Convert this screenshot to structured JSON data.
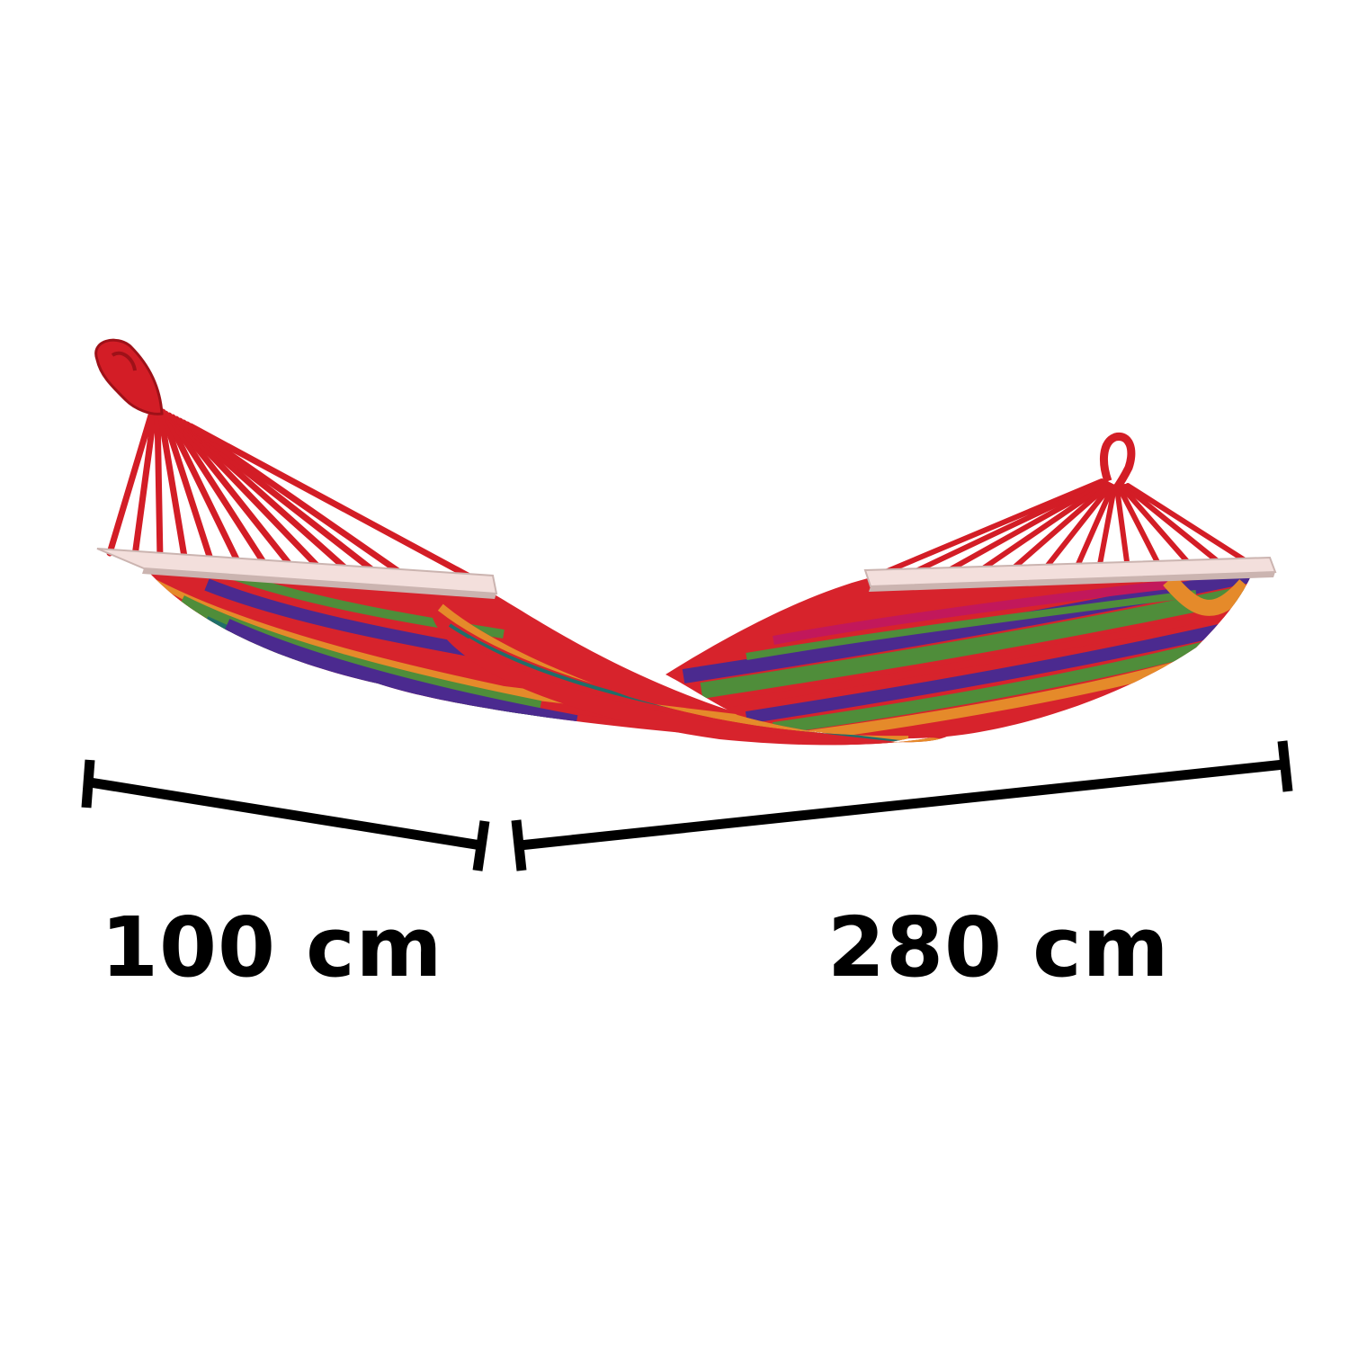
{
  "product": {
    "name_icon": "striped-hammock",
    "colors": {
      "rope": "#d31d26",
      "rope_dark": "#9e1118",
      "bar": "#f3dfdc",
      "bar_shadow": "#cbb4b0",
      "stripe_red": "#d7232c",
      "stripe_purple": "#4b2a8f",
      "stripe_green": "#4f8d3a",
      "stripe_orange": "#e58a2a",
      "stripe_magenta": "#c2185b",
      "stripe_teal": "#1f6f6a"
    }
  },
  "dimensions": {
    "width_label": "100 cm",
    "length_label": "280 cm",
    "line_color": "#000000"
  }
}
